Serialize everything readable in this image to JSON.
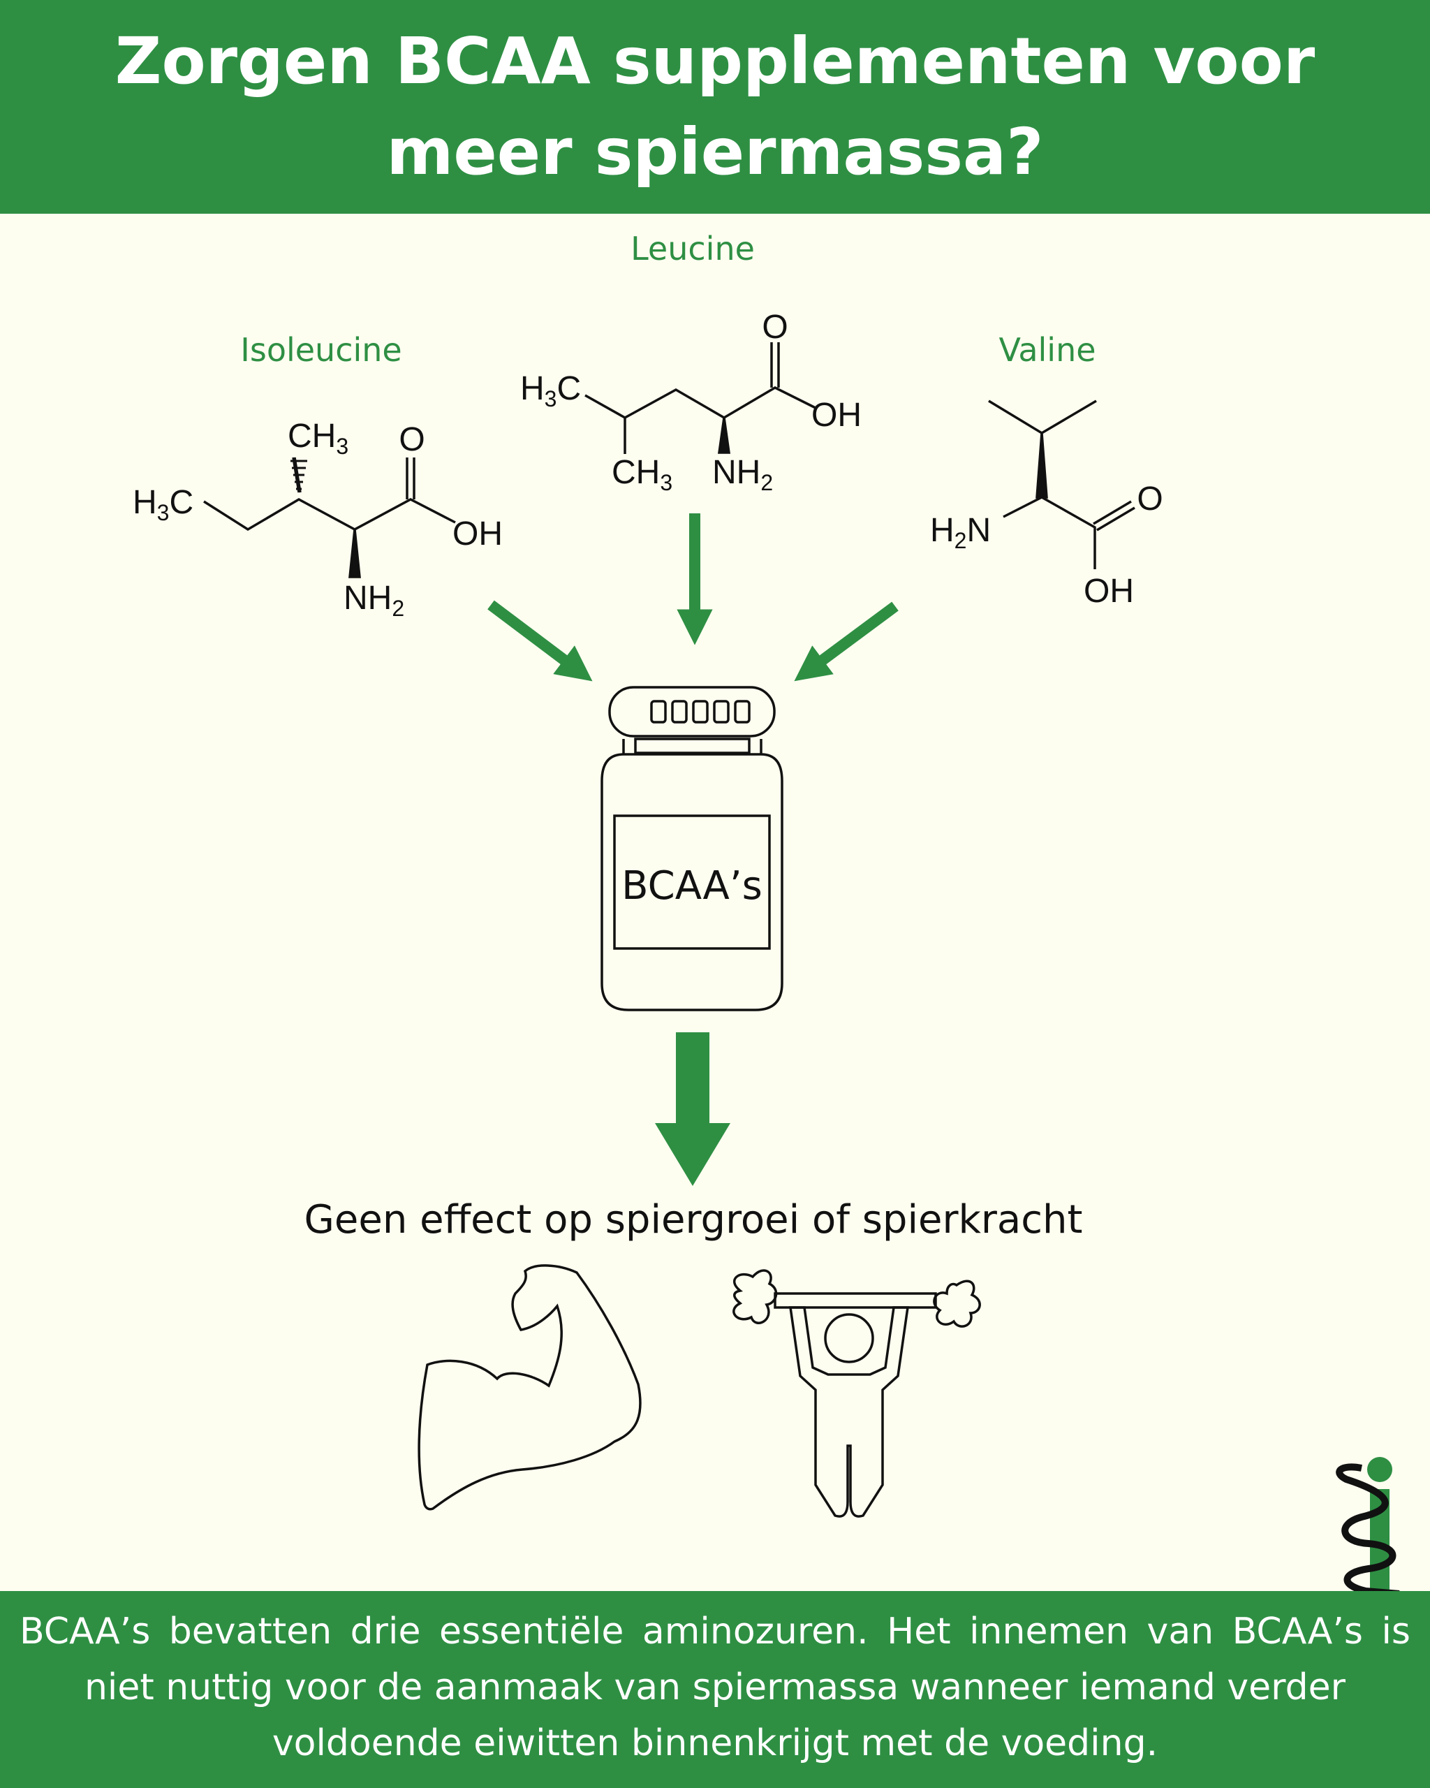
{
  "header": {
    "title_line1": "Zorgen BCAA supplementen voor",
    "title_line2": "meer spiermassa?"
  },
  "molecules": {
    "leucine": {
      "name": "Leucine",
      "labels": {
        "h3c": "H",
        "h3c_sub": "3",
        "h3c_c": "C",
        "o": "O",
        "oh": "OH",
        "ch3": "CH",
        "ch3_sub": "3",
        "nh2": "NH",
        "nh2_sub": "2"
      }
    },
    "isoleucine": {
      "name": "Isoleucine",
      "labels": {
        "h3c": "H",
        "h3c_sub": "3",
        "h3c_c": "C",
        "ch3": "CH",
        "ch3_sub": "3",
        "o": "O",
        "oh": "OH",
        "nh2": "NH",
        "nh2_sub": "2"
      }
    },
    "valine": {
      "name": "Valine",
      "labels": {
        "h2n": "H",
        "h2n_sub": "2",
        "h2n_n": "N",
        "o": "O",
        "oh": "OH"
      }
    }
  },
  "bottle": {
    "label": "BCAA’s"
  },
  "result": {
    "text": "Geen effect op spiergroei of spierkracht"
  },
  "icons": [
    "flexed-arm-icon",
    "weightlifter-icon",
    "logo-icon"
  ],
  "footer": {
    "line1": "BCAA’s bevatten drie essentiële aminozuren. Het innemen van BCAA’s is",
    "line2": "niet nuttig voor de aanmaak van spiermassa wanneer iemand verder",
    "line3": "voldoende eiwitten binnenkrijgt met de voeding."
  },
  "colors": {
    "green": "#2e8f43",
    "background": "#fdfdf0",
    "ink": "#111111"
  }
}
